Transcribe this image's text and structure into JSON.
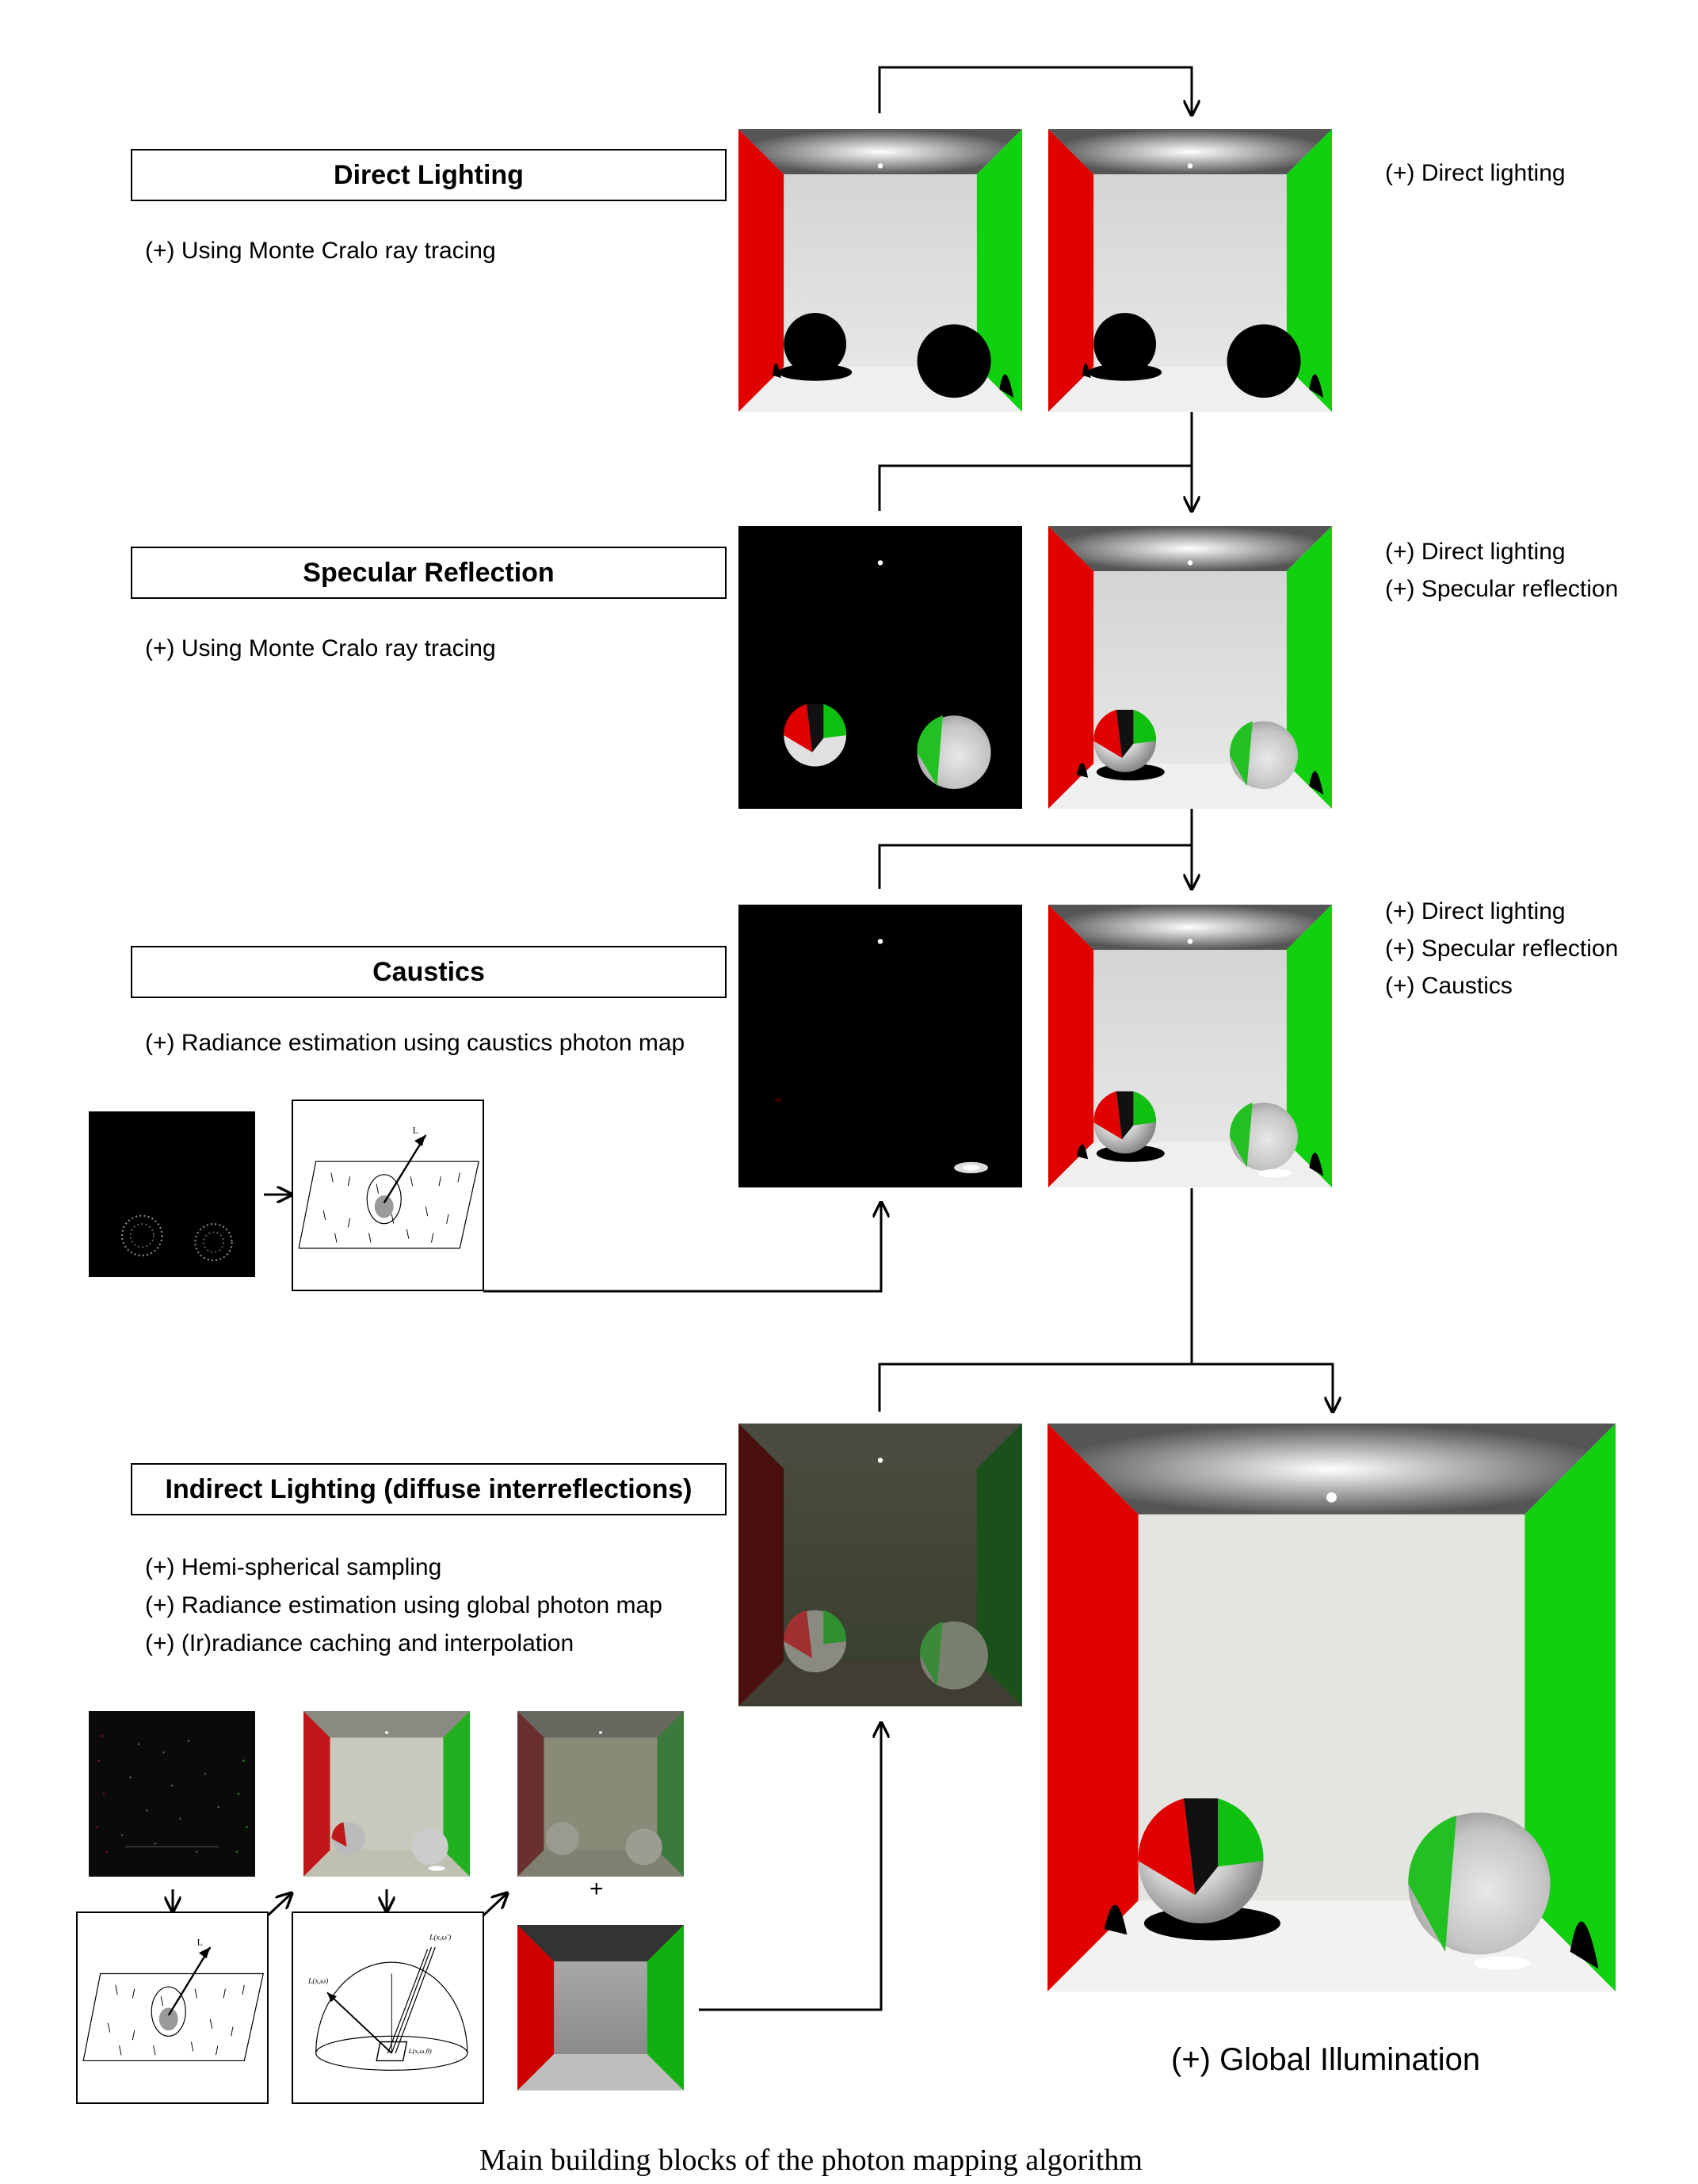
{
  "rows": [
    {
      "title": "Direct Lighting",
      "notes": [
        "(+) Using Monte Cralo ray tracing"
      ],
      "side": [
        "(+) Direct lighting"
      ]
    },
    {
      "title": "Specular Reflection",
      "notes": [
        "(+) Using Monte Cralo ray tracing"
      ],
      "side": [
        "(+) Direct lighting",
        "(+) Specular reflection"
      ]
    },
    {
      "title": "Caustics",
      "notes": [
        "(+) Radiance estimation using caustics photon map"
      ],
      "side": [
        "(+) Direct lighting",
        "(+) Specular reflection",
        "(+) Caustics"
      ]
    },
    {
      "title": "Indirect Lighting (diffuse interreflections)",
      "notes": [
        "(+) Hemi-spherical sampling",
        "(+) Radiance estimation using global photon map",
        "(+) (Ir)radiance caching and interpolation"
      ],
      "side": []
    }
  ],
  "diagram_labels": {
    "light_vector": "L",
    "hemi_in": "L(x,ω)",
    "hemi_out": "L(x,ω')",
    "hemi_point": "L(x,ω,θ)"
  },
  "plus_sign": "+",
  "global_illumination": "(+) Global Illumination",
  "caption": "Main building blocks of the photon mapping algorithm",
  "colors": {
    "red_wall": "#e00000",
    "green_wall": "#10d010",
    "ceiling": "#555555",
    "back_wall": "#d8d8d8",
    "floor": "#efefef"
  }
}
